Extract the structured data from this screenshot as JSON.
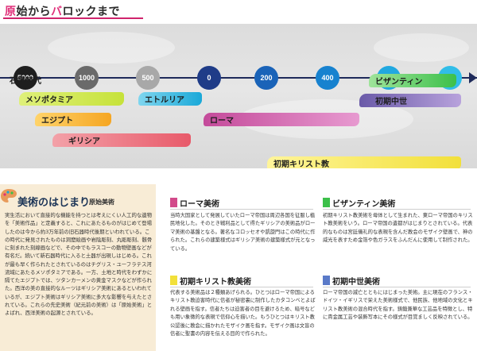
{
  "title": {
    "part1": "原",
    "part2": "始から",
    "part3": "バ",
    "part4": "ロックまで"
  },
  "colors": {
    "pink": "#e0307a",
    "navy": "#1e2a5a",
    "cyan": "#1aa8d8",
    "green": "#3cc04a",
    "yellow": "#f2e03a",
    "orange": "#f5a623",
    "coral": "#e85a6a",
    "magenta": "#c44a9a",
    "purple": "#a88acc"
  },
  "timeline": {
    "years": [
      "5000",
      "1000",
      "500",
      "0",
      "200",
      "400",
      "600",
      "800"
    ],
    "eras": [
      "石器時代",
      "メソポタミア",
      "エジプト",
      "ギリシア",
      "エトルリア",
      "ローマ",
      "初期キリスト教",
      "ビザンティン",
      "初期中世"
    ]
  },
  "intro": {
    "heading": "美術のはじまり",
    "sub": "原始美術",
    "body": "実生活において直接的な機能を持つとは考えにくい人工的な遺物を「美術作品」と定義すると、これにあたるものがはじめて登場したのは今から約3万年前の旧石器時代後期といわれている。この時代に発見されたものは洞窟絵画や岩陰彫刻、丸彫彫刻、骸骨に刻まれた刻線画などで、その中でもラスコーの動物壁画などが有名だ。続いて新石器時代に入ると土器が出現しはじめる。これが最も早く作られたとされているのはチグリス・ユーフラテス河流域にあたるメソポタミアである。一方、土地と時代をわずかに隔てたエジプトでは、ツタンカーメンの黄金マスクなどが作られた。西洋の美の直接的なルーツはギリシア美術にあるといわれているが、エジプト美術はギリシア美術に多大な影響を与えたとされている。これらの先史美術（紀元前の美術）は「原始美術」とよばれ、西洋美術の起源とされている。"
  },
  "sections": {
    "rome": {
      "title": "ローマ美術",
      "body": "当時大国家として発展していたローマ帝国は周辺各国を征服し植民地化した。そのとき戦利品として得たギリシアの美術品がローマ美術の基盤となる。著名なコロッセオや凱旋門はこの時代に作られた。これらの建築様式はギリシア美術の建築様式が元となっている。"
    },
    "byzantine": {
      "title": "ビザンティン美術",
      "body": "初期キリスト教美術を母体として生まれた、東ローマ帝国のキリスト教美術をいう。ローマ帝国の遺都がはじまりとされている。代表的なものは宮廷儀礼的な表現を含んだ教会のモザイク壁画で、神の威光を表すため金箔や色ガラスをふんだんに使用して制作された。"
    },
    "early_christian": {
      "title": "初期キリスト教美術",
      "body": "代表する美術品は２種類あげられる。ひとつはローマ帝国によるキリスト教迫害時代に信者が秘密裏に制作したカタコンベとよばれる壁画を指す。信者たちは迫害者の目を避けるため、暗号なども用い象徴的な表現で信仰心を描いた。もうひとつはキリスト教公認後に教会に描かれたモザイク画を指す。モザイク画は文盲の信者に聖書の内容を伝える目的で作られた。"
    },
    "early_medieval": {
      "title": "初期中世美術",
      "body": "ローマ帝国の滅亡とともにはじまった美術。主に現在のフランス・ドイツ・イギリスで栄えた美術様式で、他民族、他地域の文化とキリスト教美術の混合時代を指す。鋳鍛兼華な工芸品を特徴とし、特に貴金属工芸や装飾写本にその様式が目覚ましく反映されている。"
    }
  }
}
